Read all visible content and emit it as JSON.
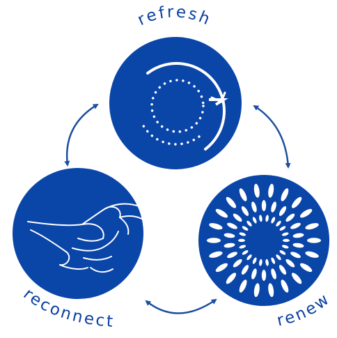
{
  "colors": {
    "primary": "#0a45a8",
    "arrow": "#1b4f9e",
    "label": "#0a3fa1",
    "icon": "#ffffff"
  },
  "labels": {
    "top": "refresh",
    "left": "reconnect",
    "right": "renew"
  },
  "icons": {
    "top": "circular-refresh-arrow-icon",
    "left": "holding-hands-icon",
    "right": "radiating-sunburst-icon"
  },
  "arrows": {
    "style": "double-headed curved",
    "links": [
      "refresh-reconnect",
      "refresh-renew",
      "reconnect-renew"
    ]
  }
}
